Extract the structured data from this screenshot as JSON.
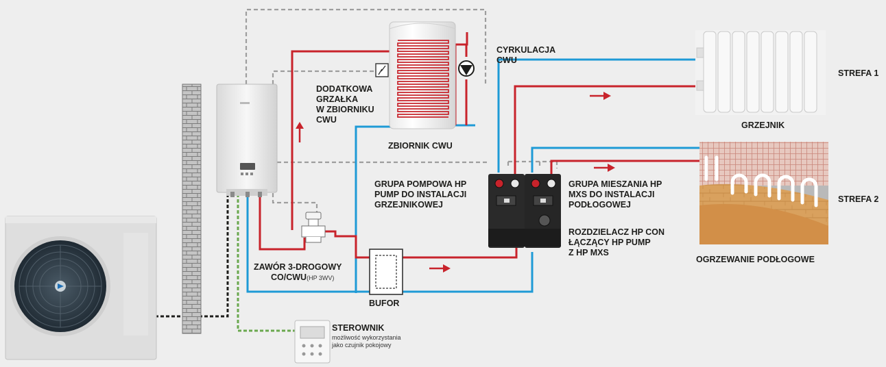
{
  "labels": {
    "cyrkulacja": [
      "CYRKULACJA",
      "CWU"
    ],
    "grzalka": [
      "DODATKOWA",
      "GRZAŁKA",
      "W ZBIORNIKU",
      "CWU"
    ],
    "zbiornik": "ZBIORNIK CWU",
    "grupa_pompowa": [
      "GRUPA POMPOWA HP",
      "PUMP DO INSTALACJI",
      "GRZEJNIKOWEJ"
    ],
    "grupa_mieszania": [
      "GRUPA MIESZANIA HP",
      "MXS DO INSTALACJI",
      "PODŁOGOWEJ"
    ],
    "rozdzielacz": [
      "ROZDZIELACZ HP CON",
      "ŁĄCZĄCY HP PUMP",
      "Z HP MXS"
    ],
    "zawor_line1": "ZAWÓR 3-DROGOWY",
    "zawor_line2": "CO/CWU",
    "zawor_note": "(HP 3WV)",
    "bufor": "BUFOR",
    "sterownik": "STEROWNIK",
    "sterownik_note": [
      "możliwość wykorzystania",
      "jako czujnik pokojowy"
    ],
    "grzejnik": "GRZEJNIK",
    "strefa1": "STREFA 1",
    "strefa2": "STREFA 2",
    "ogrzewanie": "OGRZEWANIE PODŁOGOWE"
  },
  "colors": {
    "supply_red": "#c8232b",
    "return_blue": "#1e9ad6",
    "signal_gray": "#9d9d9d",
    "power_black": "#1d1d1b",
    "controller_green": "#6aa84f",
    "background": "#eeeeee"
  },
  "icons": {
    "outdoor_unit": "heat-pump-outdoor-unit",
    "indoor_unit": "heat-pump-indoor-unit",
    "wall": "brick-wall",
    "tank": "dhw-tank",
    "heater": "electric-heater-icon",
    "pump": "circulation-pump-icon",
    "valve": "three-way-valve",
    "buffer": "buffer-tank",
    "pump_groups": "pump-group-units",
    "radiator": "radiator",
    "floor": "underfloor-heating",
    "controller": "room-controller"
  }
}
